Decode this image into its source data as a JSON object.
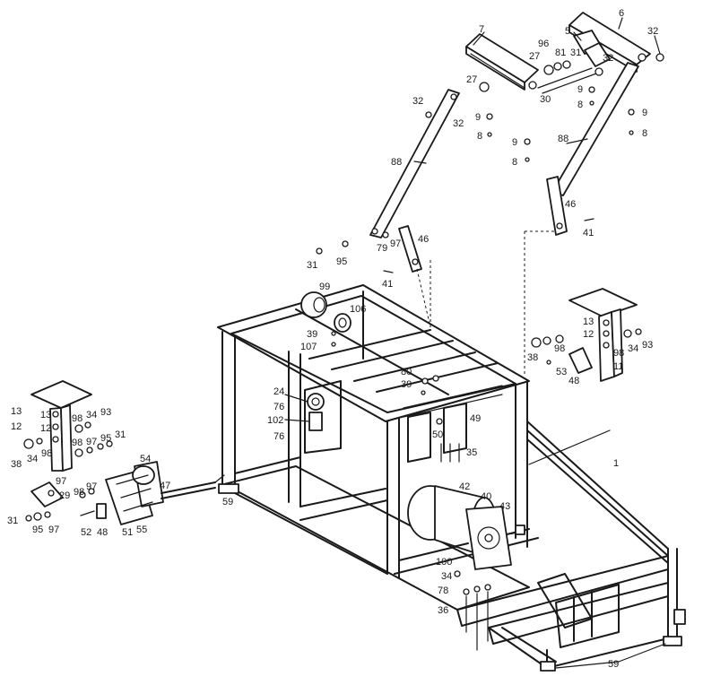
{
  "callouts": {
    "c1": "1",
    "c5": "5",
    "c6": "6",
    "c7": "7",
    "c8": "8",
    "c9": "9",
    "c11": "11",
    "c12": "12",
    "c13": "13",
    "c24": "24",
    "c27": "27",
    "c29": "29",
    "c30": "30",
    "c31": "31",
    "c32": "32",
    "c34": "34",
    "c35": "35",
    "c36": "36",
    "c38": "38",
    "c39": "39",
    "c40": "40",
    "c41": "41",
    "c42": "42",
    "c43": "43",
    "c46": "46",
    "c47": "47",
    "c48": "48",
    "c49": "49",
    "c50": "50",
    "c51": "51",
    "c52": "52",
    "c53": "53",
    "c54": "54",
    "c55": "55",
    "c59": "59",
    "c76": "76",
    "c78": "78",
    "c79": "79",
    "c80": "80",
    "c81": "81",
    "c88": "88",
    "c93": "93",
    "c95": "95",
    "c96": "96",
    "c97": "97",
    "c98": "98",
    "c99": "99",
    "c100": "100",
    "c102": "102",
    "c106": "106",
    "c107": "107"
  }
}
